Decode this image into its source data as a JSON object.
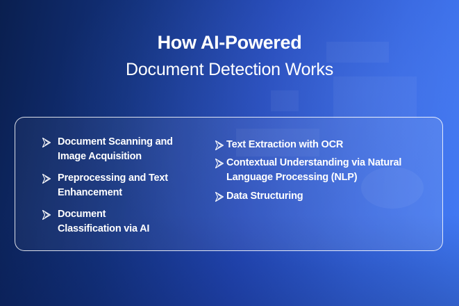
{
  "header": {
    "title_line1": "How AI-Powered",
    "title_line2": "Document Detection Works"
  },
  "card": {
    "left_items": [
      {
        "icon": "double-chevron-right-icon",
        "line1": "Document Scanning and",
        "line2": "Image Acquisition"
      },
      {
        "icon": "double-chevron-right-icon",
        "line1": "Preprocessing and Text",
        "line2": "Enhancement"
      },
      {
        "icon": "double-chevron-right-icon",
        "line1": "Document",
        "line2": "Classification via AI"
      }
    ],
    "right_items": [
      {
        "icon": "double-chevron-right-icon",
        "line1": "Text Extraction with OCR"
      },
      {
        "icon": "double-chevron-right-icon",
        "line1": "Contextual Understanding via Natural",
        "line2": "Language Processing (NLP)"
      },
      {
        "icon": "double-chevron-right-icon",
        "line1": "Data Structuring"
      }
    ]
  },
  "colors": {
    "bg_dark": "#0a1f4f",
    "bg_mid": "#2348b8",
    "bg_light": "#4079f5",
    "text": "#ffffff"
  }
}
